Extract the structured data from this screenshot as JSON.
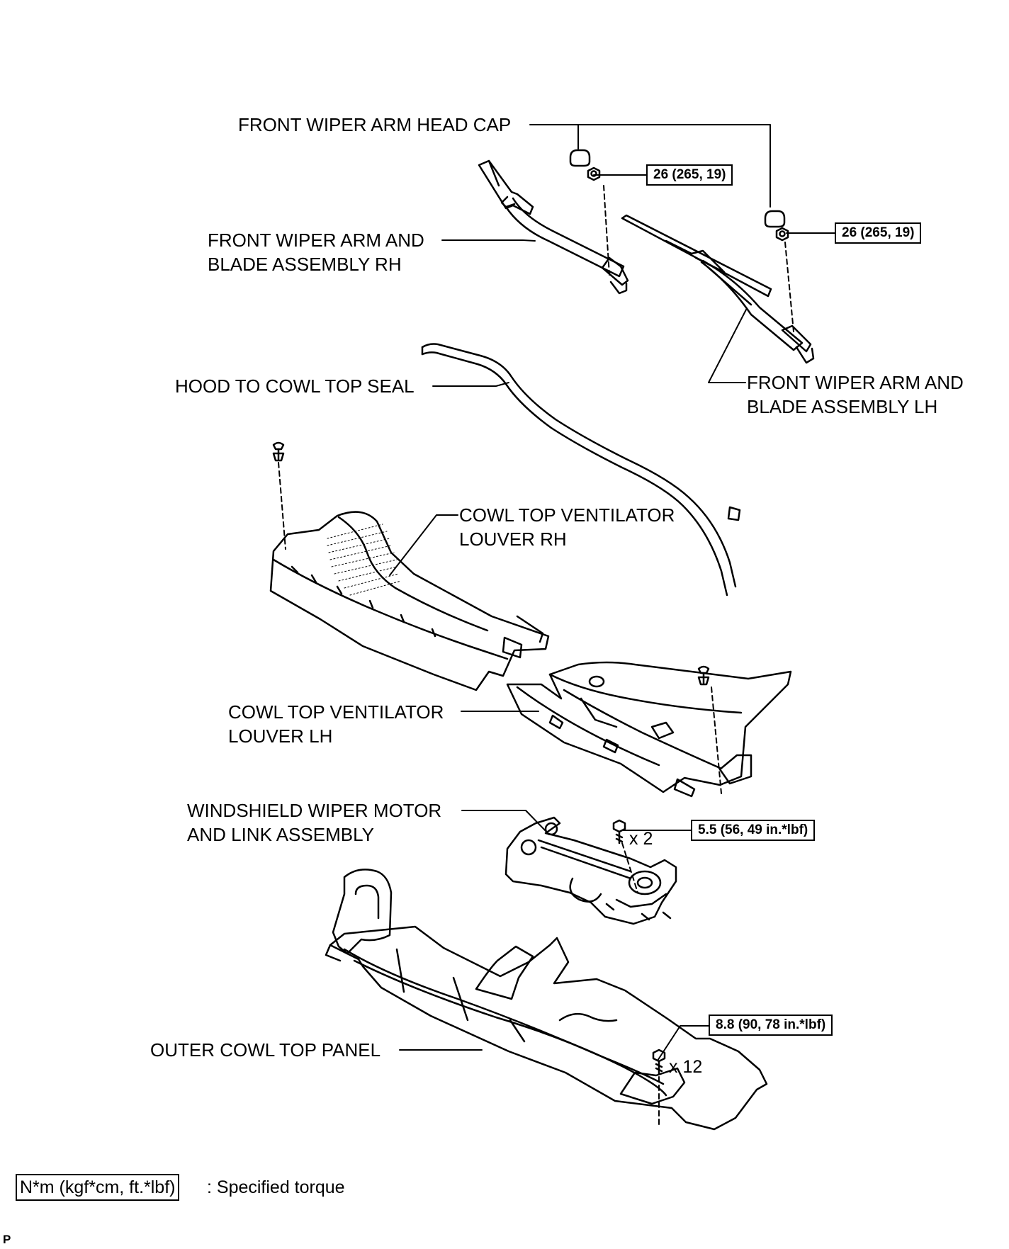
{
  "labels": {
    "head_cap": "FRONT WIPER ARM HEAD CAP",
    "arm_rh_1": "FRONT WIPER ARM AND",
    "arm_rh_2": "BLADE ASSEMBLY RH",
    "arm_lh_1": "FRONT WIPER ARM AND",
    "arm_lh_2": "BLADE ASSEMBLY LH",
    "seal": "HOOD TO COWL TOP SEAL",
    "louver_rh_1": "COWL TOP VENTILATOR",
    "louver_rh_2": "LOUVER RH",
    "louver_lh_1": "COWL TOP VENTILATOR",
    "louver_lh_2": "LOUVER LH",
    "motor_1": "WINDSHIELD WIPER MOTOR",
    "motor_2": "AND LINK ASSEMBLY",
    "outer_panel": "OUTER COWL TOP PANEL"
  },
  "torques": {
    "arm_rh_nut": "26 (265, 19)",
    "arm_lh_nut": "26 (265, 19)",
    "motor_bolt": "5.5 (56, 49 in.*lbf)",
    "panel_bolt": "8.8 (90, 78 in.*lbf)"
  },
  "quantities": {
    "motor_bolt": "x 2",
    "panel_bolt": "x 12"
  },
  "legend": {
    "unit_box": "N*m (kgf*cm, ft.*lbf)",
    "description": ": Specified torque"
  },
  "corner_mark": "P"
}
